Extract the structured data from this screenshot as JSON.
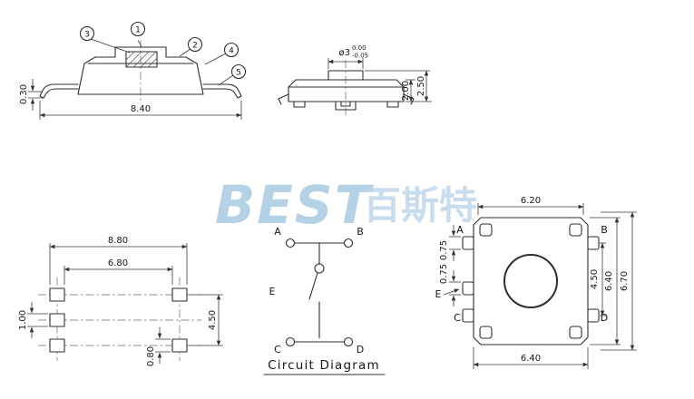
{
  "watermark": {
    "brand": "BEST",
    "brand_cjk": "百斯特"
  },
  "side_view": {
    "callouts": {
      "c1": "1",
      "c2": "2",
      "c3": "3",
      "c4": "4",
      "c5": "5"
    },
    "dim_total_width": "8.40",
    "dim_lead_height": "0.30"
  },
  "front_view": {
    "dim_stem_diameter": "ø3",
    "dim_tolerance_upper": "0.00",
    "dim_tolerance_lower": "-0.05",
    "dim_body_height": "2.00",
    "dim_overall_height": "2.50"
  },
  "land_pattern": {
    "dim_outer_span": "8.80",
    "dim_inner_span": "6.80",
    "dim_pad_width": "1.00",
    "dim_row_pitch": "4.50",
    "dim_pad_height": "0.80"
  },
  "circuit_diagram": {
    "caption": "Circuit  Diagram",
    "terminals": {
      "a": "A",
      "b": "B",
      "c": "C",
      "d": "D",
      "e": "E"
    }
  },
  "top_view": {
    "pins": {
      "a": "A",
      "b": "B",
      "c": "C",
      "d": "D",
      "e": "E"
    },
    "dim_top_width": "6.20",
    "dim_bottom_width": "6.40",
    "dim_pin_pitch": "4.50",
    "dim_body_depth": "6.40",
    "dim_overall_depth": "6.70",
    "dim_pin_a_width": "0.75",
    "dim_pin_e_width": "0.75"
  }
}
